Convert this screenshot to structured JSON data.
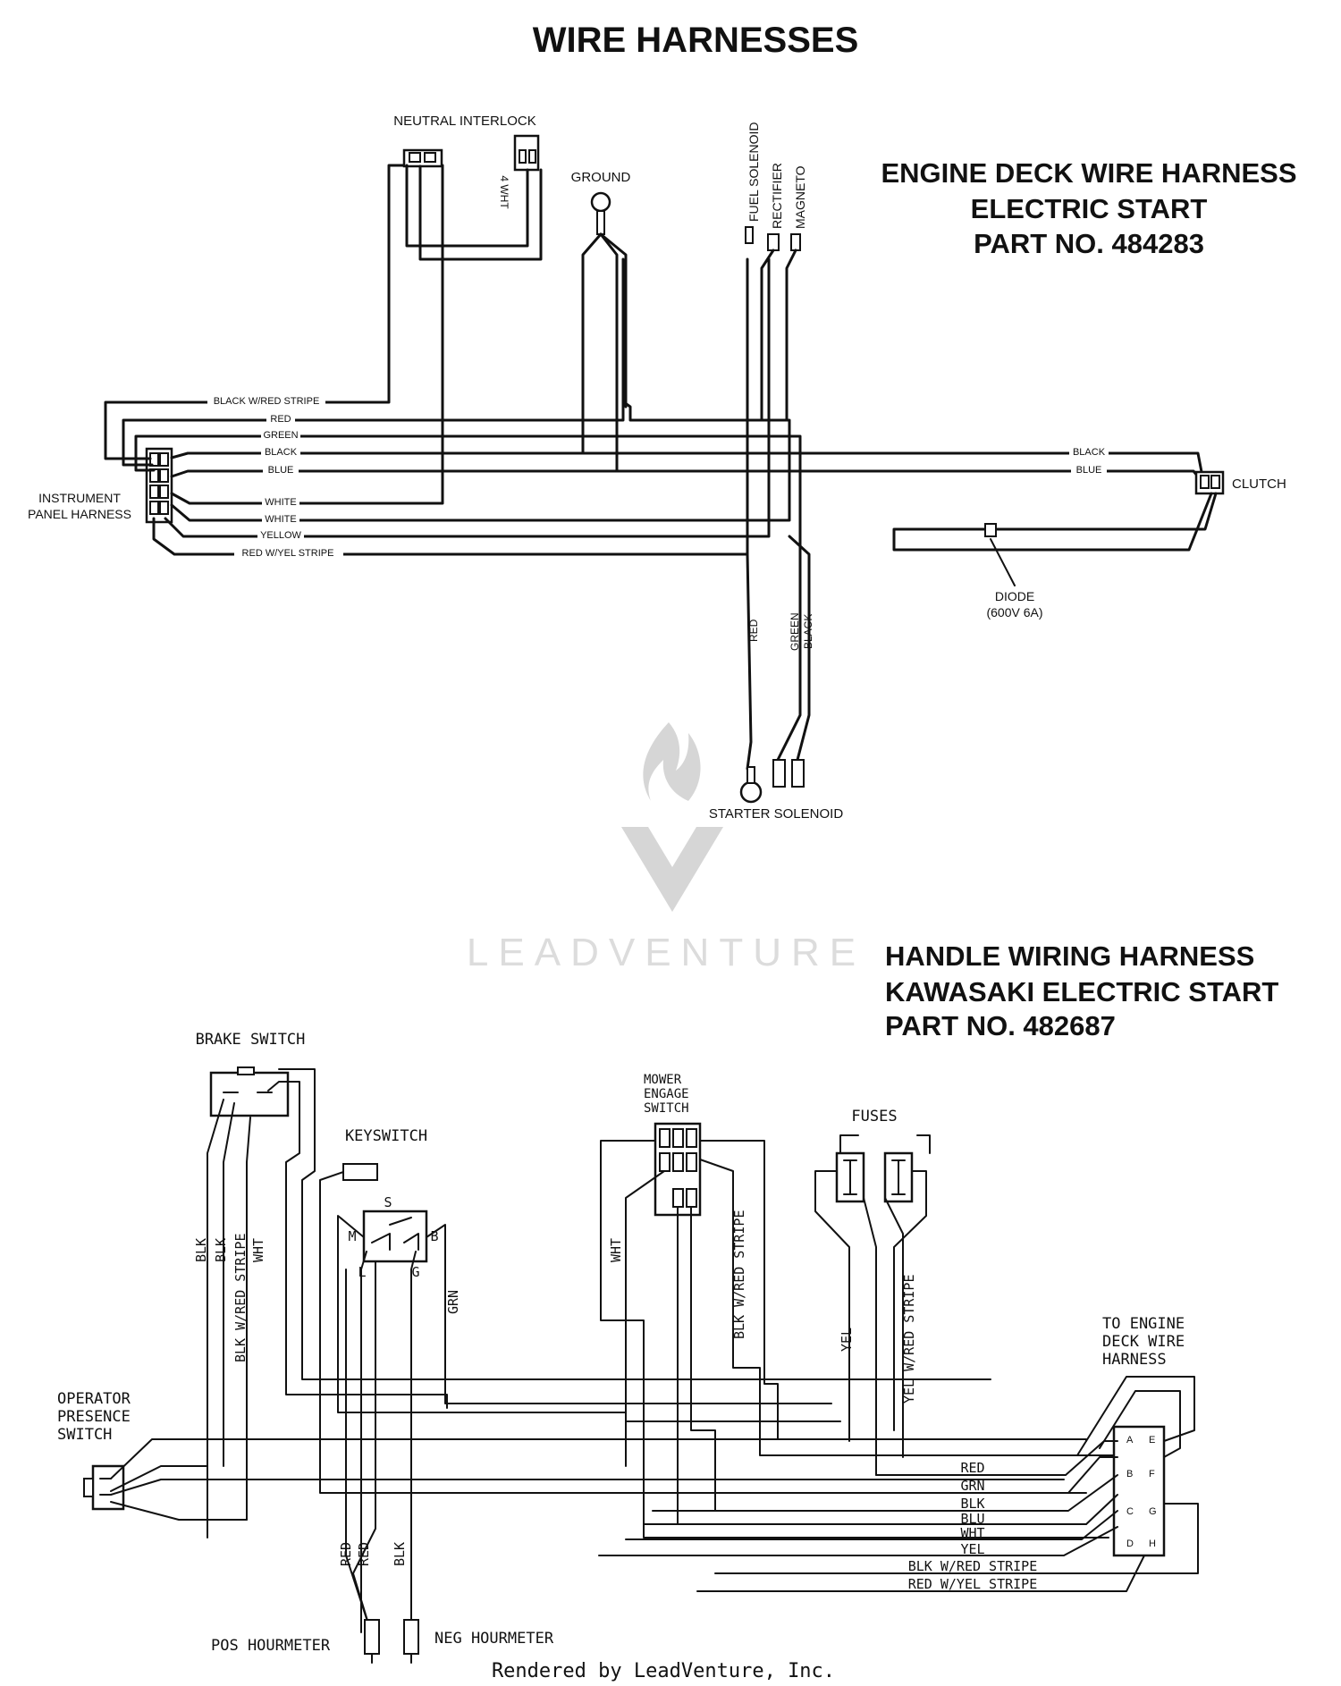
{
  "page_title": "WIRE HARNESSES",
  "engine_harness": {
    "title_lines": [
      "ENGINE DECK WIRE HARNESS",
      "ELECTRIC START",
      "PART NO. 484283"
    ],
    "neutral_interlock": "NEUTRAL INTERLOCK",
    "interlock_wire": "4 WHT",
    "ground": "GROUND",
    "fuel_solenoid": "FUEL SOLENOID",
    "rectifier": "RECTIFIER",
    "magneto": "MAGNETO",
    "instrument_panel": [
      "INSTRUMENT",
      "PANEL HARNESS"
    ],
    "wires": {
      "black_red_stripe": "BLACK W/RED STRIPE",
      "red": "RED",
      "green": "GREEN",
      "black": "BLACK",
      "blue": "BLUE",
      "white": "WHITE",
      "white2": "WHITE",
      "yellow": "YELLOW",
      "red_yel_stripe": "RED W/YEL STRIPE",
      "black_right": "BLACK",
      "blue_right": "BLUE",
      "red_vertical": "RED",
      "green_vertical": "GREEN",
      "black_vertical": "BLACK"
    },
    "clutch": "CLUTCH",
    "diode": "DIODE",
    "diode_rating": "(600V 6A)",
    "starter_solenoid": "STARTER SOLENOID"
  },
  "watermark": "LEADVENTURE",
  "handle_harness": {
    "title_lines": [
      "HANDLE WIRING HARNESS",
      "KAWASAKI ELECTRIC START",
      "PART NO. 482687"
    ],
    "brake_switch": "BRAKE SWITCH",
    "keyswitch": "KEYSWITCH",
    "key_terminals": {
      "s": "S",
      "m": "M",
      "b": "B",
      "l": "L",
      "g": "G"
    },
    "mower_engage_switch": [
      "MOWER",
      "ENGAGE",
      "SWITCH"
    ],
    "fuses": "FUSES",
    "operator_presence_switch": [
      "OPERATOR",
      "PRESENCE",
      "SWITCH"
    ],
    "to_engine_deck": [
      "TO ENGINE",
      "DECK WIRE",
      "HARNESS"
    ],
    "connector_pins": {
      "a": "A",
      "b": "B",
      "c": "C",
      "d": "D",
      "e": "E",
      "f": "F",
      "g": "G",
      "h": "H"
    },
    "vertical_wire_labels": {
      "blk1": "BLK",
      "blk2": "BLK",
      "blk_red_stripe": "BLK W/RED STRIPE",
      "wht": "WHT",
      "grn": "GRN",
      "wht_mower": "WHT",
      "blk_red_stripe_mower": "BLK W/RED STRIPE",
      "yel": "YEL",
      "yel_red_stripe": "YEL W/RED STRIPE",
      "red_hm1": "RED",
      "red_hm2": "RED",
      "blk_hm": "BLK"
    },
    "wire_labels": {
      "red": "RED",
      "grn": "GRN",
      "blk": "BLK",
      "blu": "BLU",
      "wht": "WHT",
      "yel": "YEL",
      "blk_red_stripe": "BLK W/RED STRIPE",
      "red_yel_stripe": "RED W/YEL STRIPE"
    },
    "pos_hourmeter": "POS HOURMETER",
    "neg_hourmeter": "NEG HOURMETER"
  },
  "footer": "Rendered by LeadVenture, Inc."
}
